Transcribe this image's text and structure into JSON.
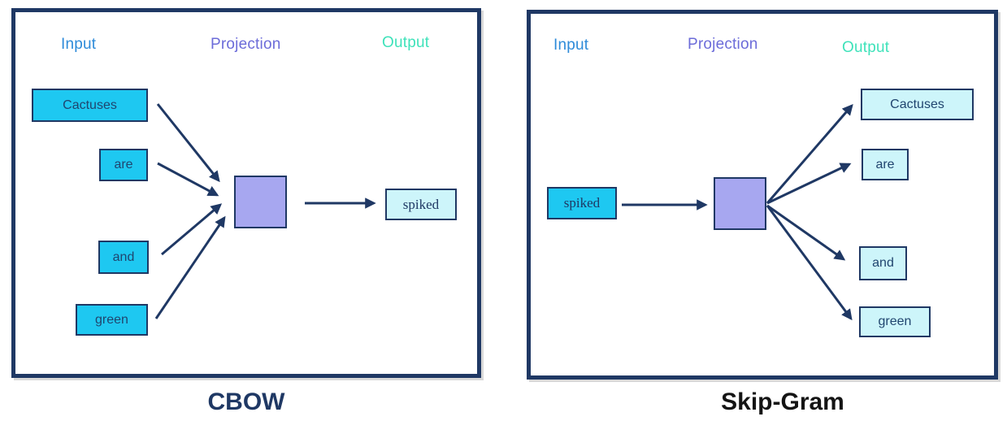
{
  "panels": {
    "cbow": {
      "title": "CBOW",
      "headers": {
        "input": "Input",
        "projection": "Projection",
        "output": "Output"
      },
      "inputs": [
        "Cactuses",
        "are",
        "and",
        "green"
      ],
      "outputs": [
        "spiked"
      ]
    },
    "skipgram": {
      "title": "Skip-Gram",
      "headers": {
        "input": "Input",
        "projection": "Projection",
        "output": "Output"
      },
      "inputs": [
        "spiked"
      ],
      "outputs": [
        "Cactuses",
        "are",
        "and",
        "green"
      ]
    }
  },
  "colors": {
    "panel_border": "#1F3864",
    "arrow": "#1F3864",
    "input_box_fill": "#1EC8F1",
    "output_box_fill": "#CDF5FA",
    "projection_square_fill": "#A7A7F0",
    "input_header": "#2E8BD9",
    "projection_header": "#6C6CD9",
    "output_header": "#3FE2BA",
    "cbow_title": "#1F3864",
    "skipgram_title": "#141414"
  }
}
